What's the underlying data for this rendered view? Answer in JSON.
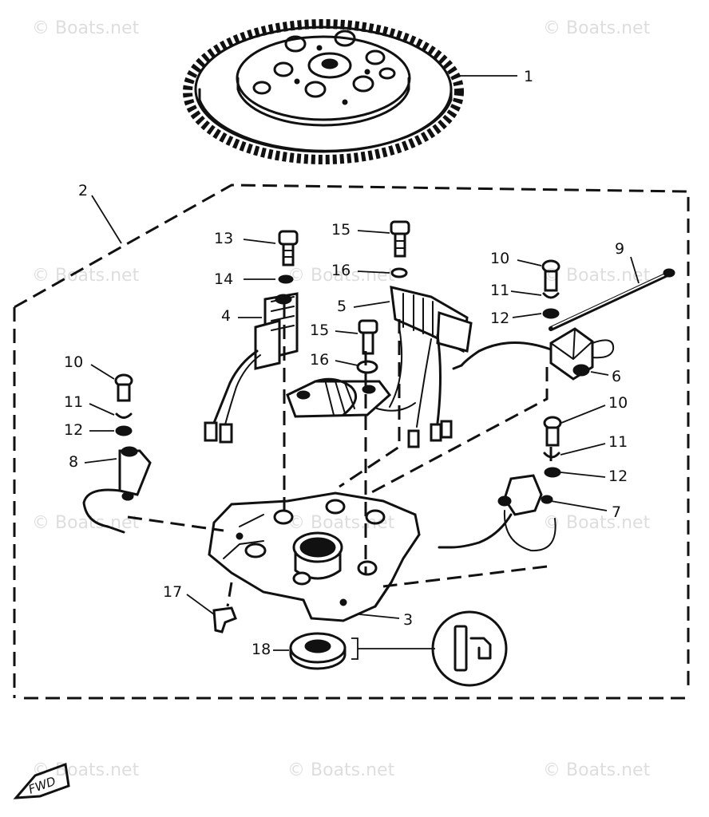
{
  "diagram": {
    "callouts": {
      "c1": "1",
      "c2": "2",
      "c3": "3",
      "c4": "4",
      "c5": "5",
      "c6": "6",
      "c7": "7",
      "c8": "8",
      "c9": "9",
      "c10a": "10",
      "c10b": "10",
      "c10c": "10",
      "c11a": "11",
      "c11b": "11",
      "c11c": "11",
      "c12a": "12",
      "c12b": "12",
      "c12c": "12",
      "c13": "13",
      "c14": "14",
      "c15a": "15",
      "c15b": "15",
      "c16a": "16",
      "c16b": "16",
      "c17": "17",
      "c18": "18"
    },
    "fwd_label": "FWD",
    "watermark": "© Boats.net"
  }
}
